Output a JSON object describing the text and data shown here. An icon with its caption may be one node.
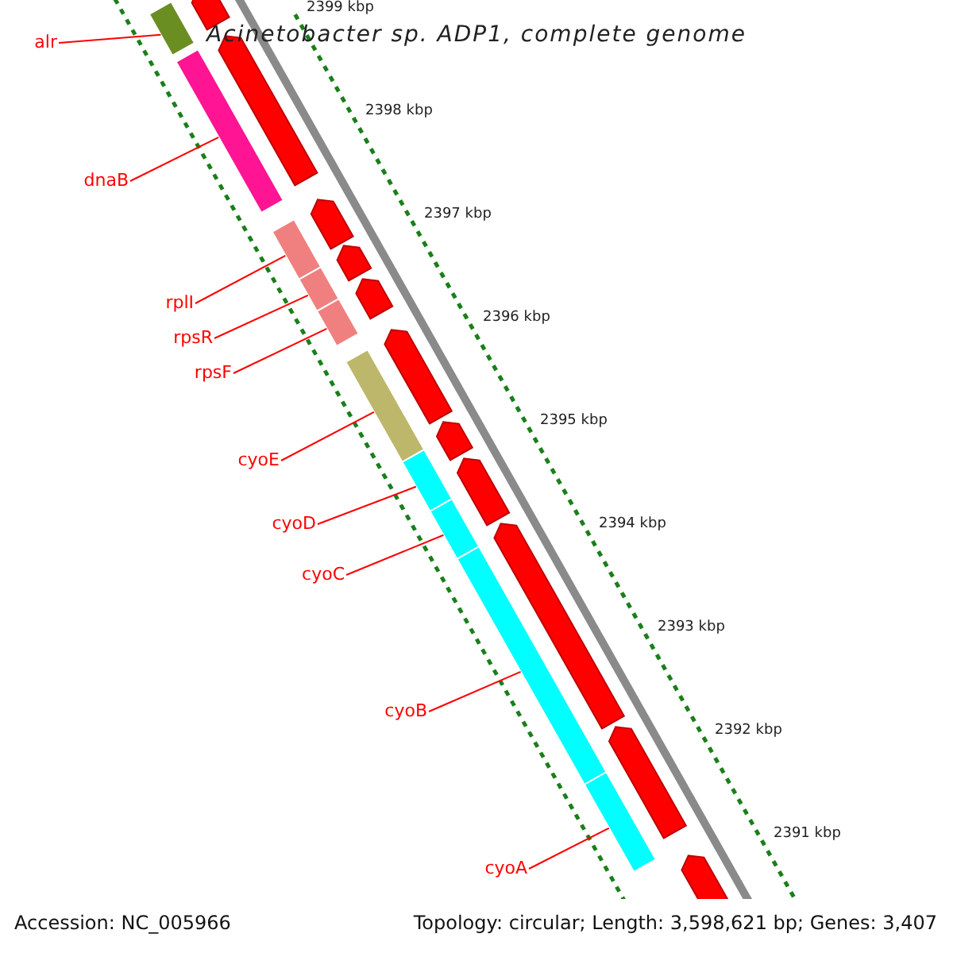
{
  "diagram": {
    "title": "Acinetobacter sp. ADP1, complete genome",
    "nodes": [
      {
        "text": [
          "alr"
        ]
      },
      {
        "text": [
          "dnaB"
        ]
      },
      {
        "text": [
          "rplI"
        ]
      },
      {
        "text": [
          "rpsR"
        ]
      },
      {
        "text": [
          "rpsF"
        ]
      },
      {
        "text": [
          "cyoE"
        ]
      },
      {
        "text": [
          "cyoD"
        ]
      },
      {
        "text": [
          "cyoC"
        ]
      },
      {
        "text": [
          "cyoB"
        ]
      },
      {
        "text": [
          "cyoA"
        ]
      },
      {
        "text": [],
        "shape": "bar"
      },
      {
        "text": [],
        "shape": "bar"
      },
      {
        "text": [],
        "shape": "bar"
      },
      {
        "text": [],
        "shape": "bar"
      },
      {
        "text": [],
        "shape": "bar"
      },
      {
        "text": [],
        "shape": "bar"
      },
      {
        "text": [],
        "shape": "bar"
      },
      {
        "text": [],
        "shape": "bar"
      },
      {
        "text": [],
        "shape": "bar"
      },
      {
        "text": [],
        "shape": "bar"
      }
    ],
    "edges": [
      {
        "from": 0,
        "to": 10,
        "arrow": "none",
        "color": "#ff0000"
      },
      {
        "from": 1,
        "to": 11,
        "arrow": "none",
        "color": "#ff0000"
      },
      {
        "from": 2,
        "to": 12,
        "arrow": "none",
        "color": "#ff0000"
      },
      {
        "from": 3,
        "to": 13,
        "arrow": "none",
        "color": "#ff0000"
      },
      {
        "from": 4,
        "to": 14,
        "arrow": "none",
        "color": "#ff0000"
      },
      {
        "from": 5,
        "to": 15,
        "arrow": "none",
        "color": "#ff0000"
      },
      {
        "from": 6,
        "to": 16,
        "arrow": "none",
        "color": "#ff0000"
      },
      {
        "from": 7,
        "to": 17,
        "arrow": "none",
        "color": "#ff0000"
      },
      {
        "from": 8,
        "to": 18,
        "arrow": "none",
        "color": "#ff0000"
      },
      {
        "from": 9,
        "to": 19,
        "arrow": "none",
        "color": "#ff0000"
      }
    ],
    "labels": [
      "2399 kbp",
      "2398 kbp",
      "2397 kbp",
      "2396 kbp",
      "2395 kbp",
      "2394 kbp",
      "2393 kbp",
      "2392 kbp",
      "2391 kbp",
      "Accession: NC_005966",
      "Topology: circular; Length: 3,598,621 bp; Genes: 3,407"
    ]
  }
}
